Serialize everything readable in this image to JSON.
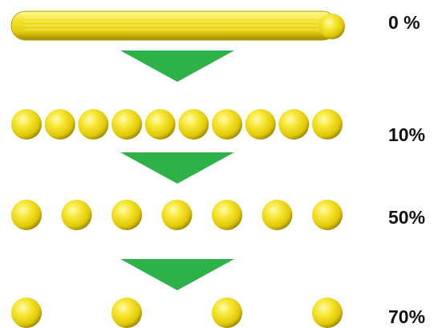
{
  "colors": {
    "sphere_light": "#fffbb0",
    "sphere_main": "#f2de1a",
    "sphere_dark": "#8a7a00",
    "arrow": "#2db24a"
  },
  "stages": [
    {
      "label": "0 %",
      "shape": "rod",
      "sphere_count": 0
    },
    {
      "label": "10%",
      "shape": "spheres",
      "sphere_count": 10
    },
    {
      "label": "50%",
      "shape": "spheres",
      "sphere_count": 7
    },
    {
      "label": "70%",
      "shape": "spheres",
      "sphere_count": 4
    }
  ],
  "arrows": [
    {
      "icon": "down-triangle-arrow"
    },
    {
      "icon": "down-triangle-arrow"
    },
    {
      "icon": "down-triangle-arrow"
    }
  ]
}
